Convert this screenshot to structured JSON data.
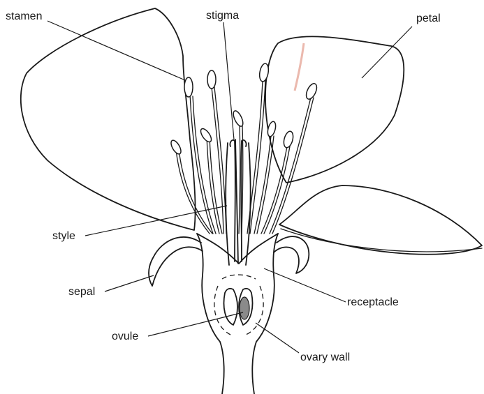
{
  "colors": {
    "petal_fill": "#f6e3dc",
    "petal_blush": "#e7a79a",
    "outline": "#1a1a1a",
    "ovule_fill": "#8a8a8a"
  },
  "labels": {
    "stamen": "stamen",
    "stigma": "stigma",
    "petal": "petal",
    "style": "style",
    "sepal": "sepal",
    "receptacle": "receptacle",
    "ovule": "ovule",
    "ovary_wall": "ovary wall"
  }
}
